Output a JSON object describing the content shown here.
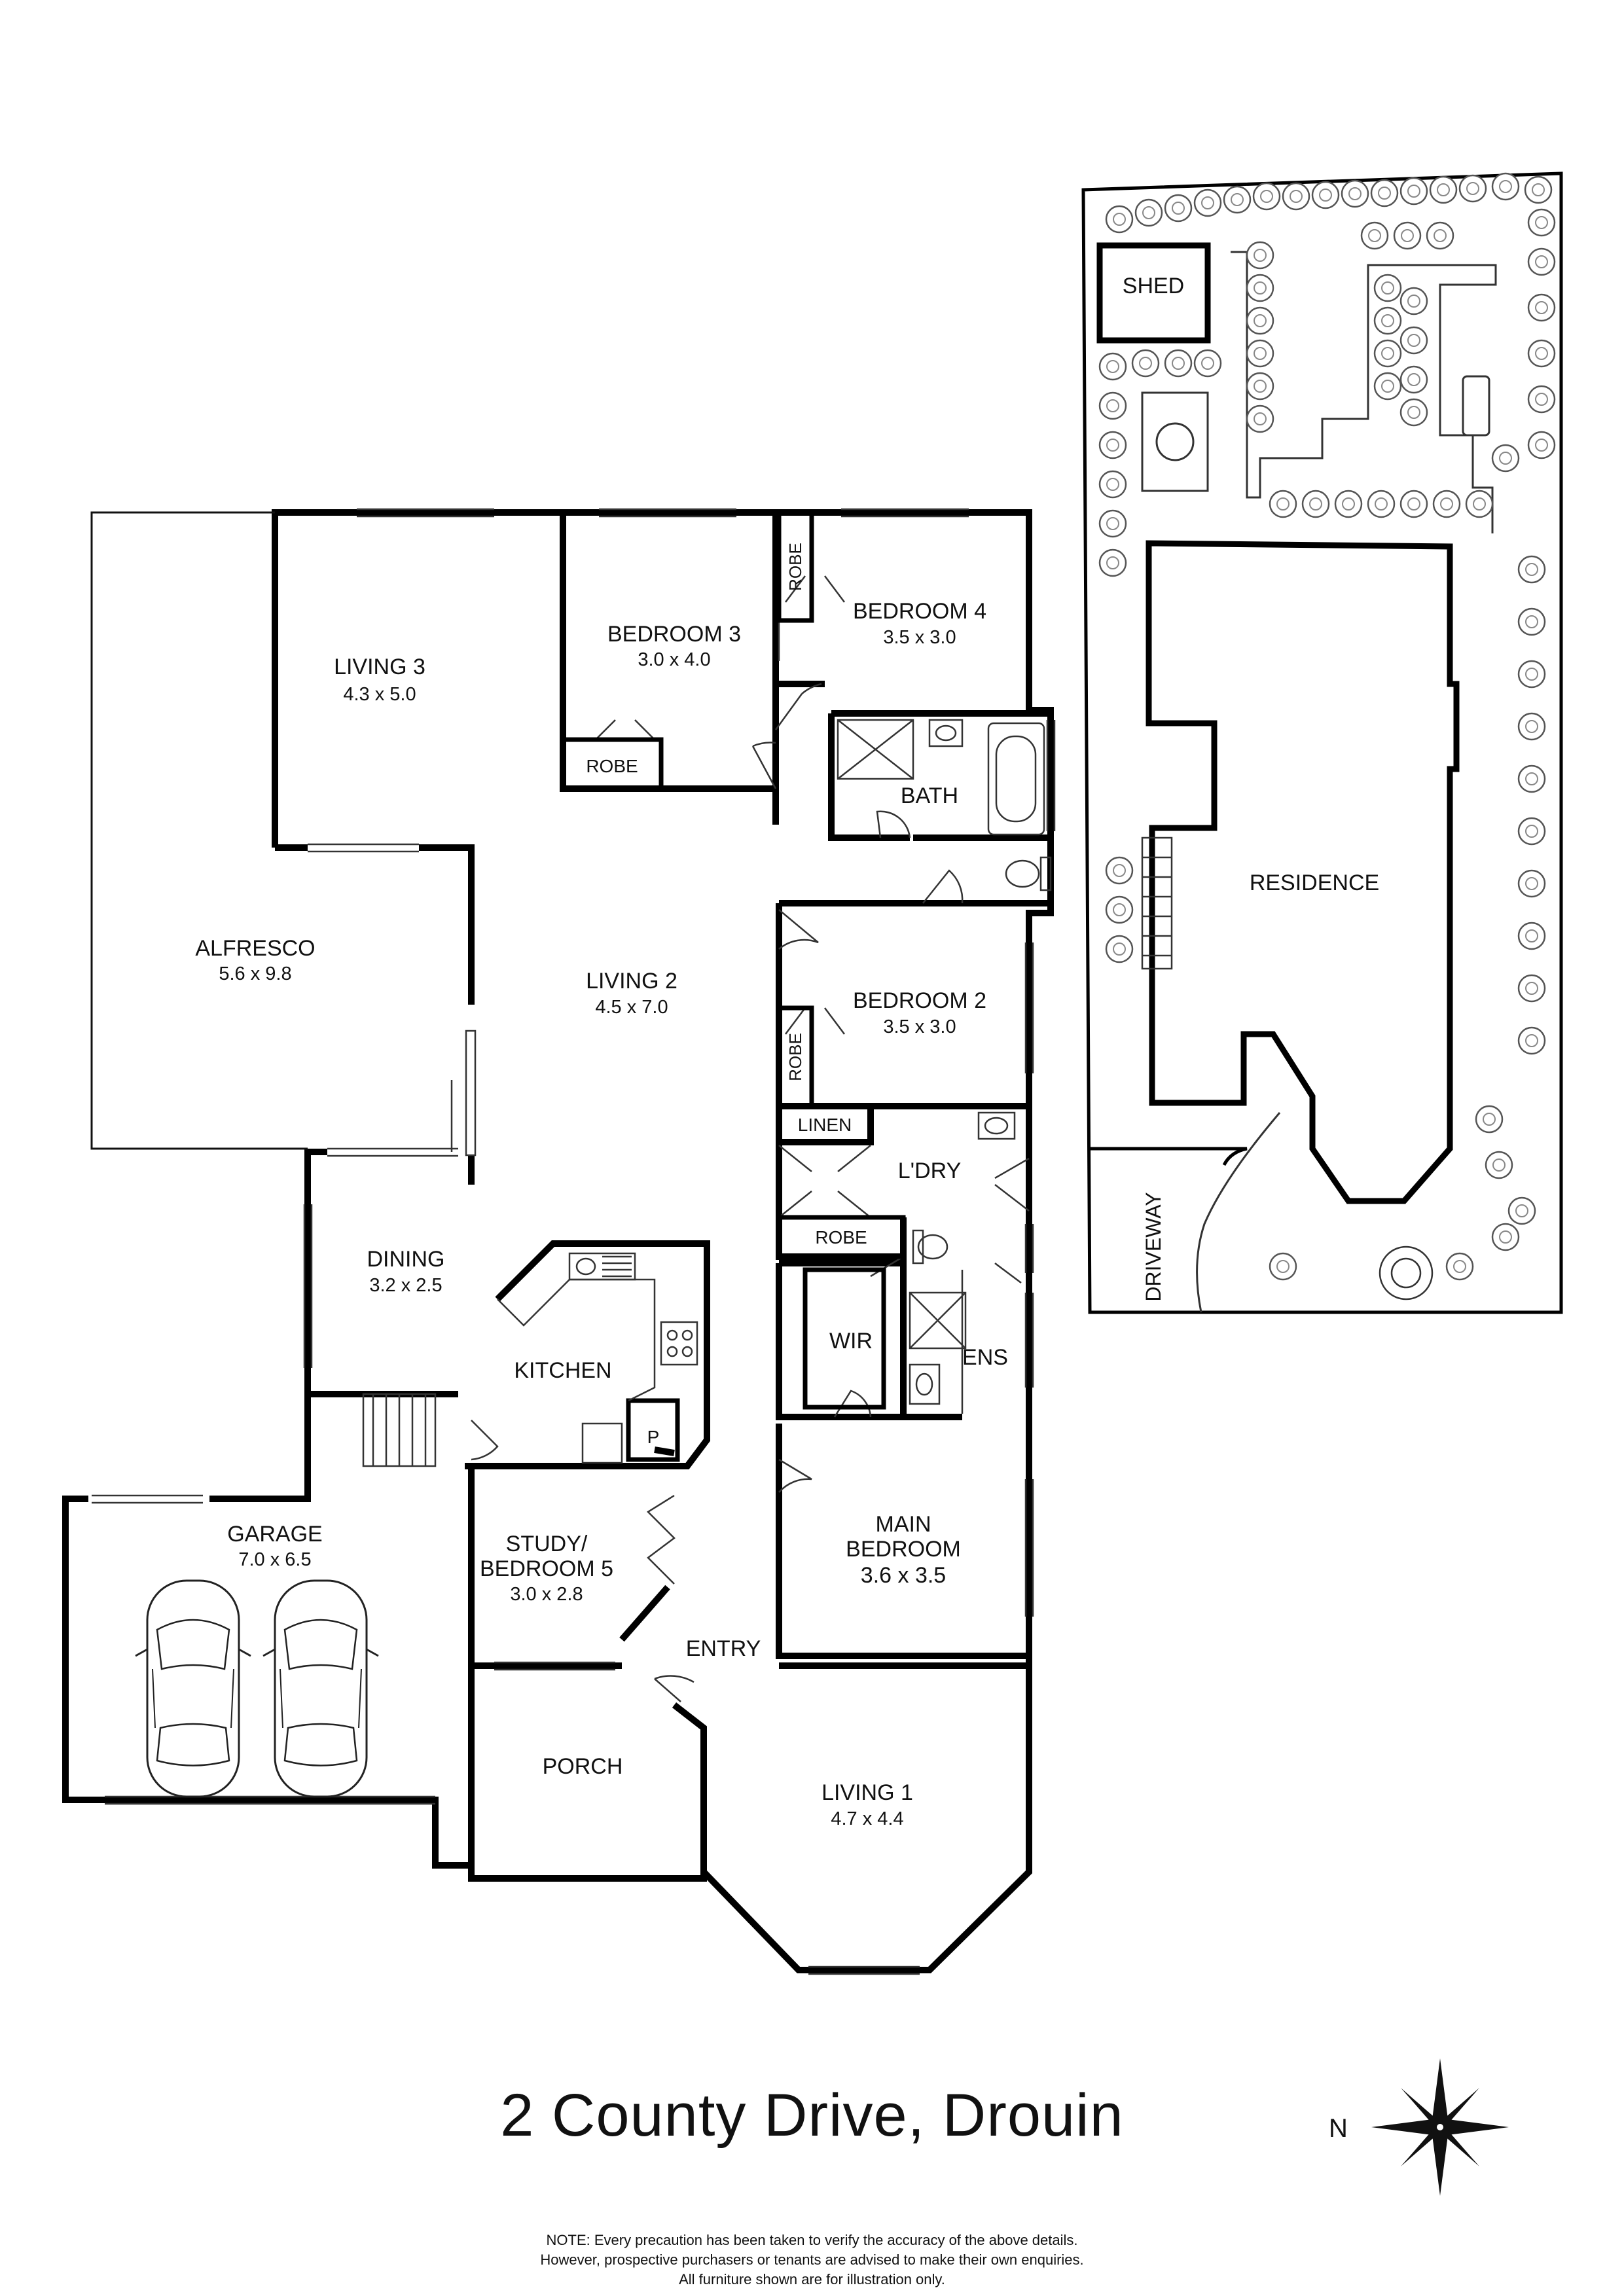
{
  "address": "2 County Drive, Drouin",
  "north_label": "N",
  "note": {
    "line1": "NOTE: Every precaution has been taken to verify the accuracy of the above details.",
    "line2": "However, prospective purchasers or tenants are advised to make their own enquiries.",
    "line3": "All furniture shown are for illustration only."
  },
  "rooms": {
    "living3": {
      "name": "LIVING 3",
      "dims": "4.3 x 5.0"
    },
    "bedroom3": {
      "name": "BEDROOM 3",
      "dims": "3.0 x 4.0"
    },
    "bedroom4": {
      "name": "BEDROOM 4",
      "dims": "3.5 x 3.0"
    },
    "alfresco": {
      "name": "ALFRESCO",
      "dims": "5.6 x 9.8"
    },
    "living2": {
      "name": "LIVING 2",
      "dims": "4.5 x 7.0"
    },
    "bedroom2": {
      "name": "BEDROOM 2",
      "dims": "3.5 x 3.0"
    },
    "dining": {
      "name": "DINING",
      "dims": "3.2 x 2.5"
    },
    "garage": {
      "name": "GARAGE",
      "dims": "7.0 x 6.5"
    },
    "study_line1": "STUDY/",
    "study_line2": "BEDROOM 5",
    "study_dims": "3.0 x 2.8",
    "main_line1": "MAIN",
    "main_line2": "BEDROOM",
    "main_dims": "3.6 x 3.5",
    "living1": {
      "name": "LIVING 1",
      "dims": "4.7 x 4.4"
    },
    "kitchen": "KITCHEN",
    "bath": "BATH",
    "robe": "ROBE",
    "linen": "LINEN",
    "laundry": "L'DRY",
    "wir": "WIR",
    "ens": "ENS",
    "pantry": "P",
    "entry": "ENTRY",
    "porch": "PORCH"
  },
  "site": {
    "shed": "SHED",
    "residence": "RESIDENCE",
    "driveway": "DRIVEWAY"
  }
}
